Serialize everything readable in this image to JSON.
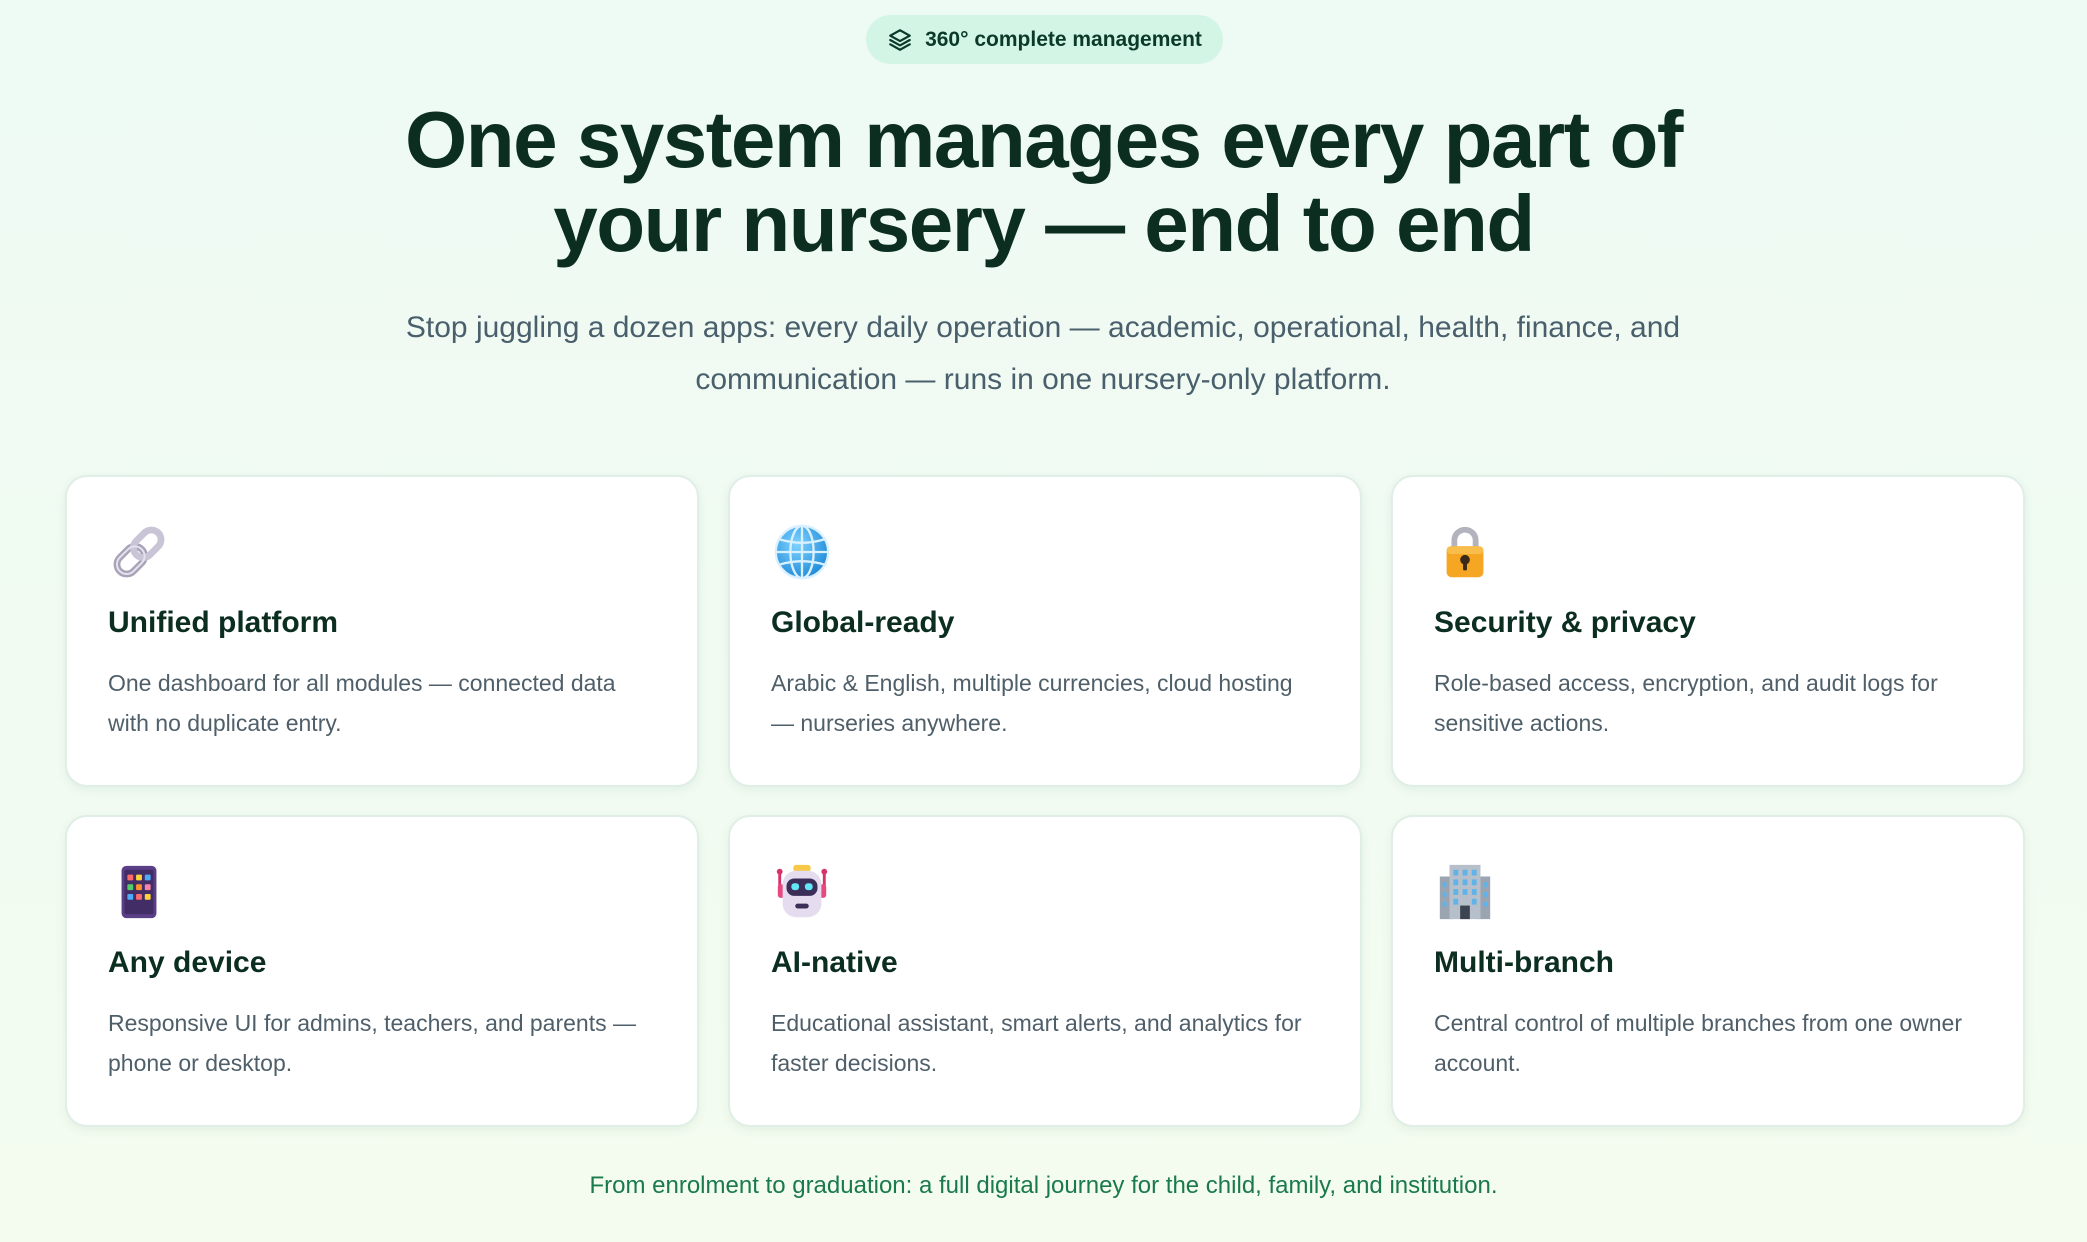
{
  "badge": {
    "icon": "layers-icon",
    "label": "360° complete management"
  },
  "hero": {
    "headline_line1": "One system manages every part of",
    "headline_line2": "your nursery — end to end",
    "subtitle_line1": "Stop juggling a dozen apps: every daily operation — academic, operational, health, finance, and",
    "subtitle_line2": "communication — runs in one nursery-only platform."
  },
  "features": [
    {
      "icon": "link-icon",
      "title": "Unified platform",
      "desc_line1": "One dashboard for all modules — connected data",
      "desc_line2": "with no duplicate entry."
    },
    {
      "icon": "globe-icon",
      "title": "Global-ready",
      "desc_line1": "Arabic & English, multiple currencies, cloud hosting",
      "desc_line2": "— nurseries anywhere."
    },
    {
      "icon": "lock-icon",
      "title": "Security & privacy",
      "desc_line1": "Role-based access, encryption, and audit logs for",
      "desc_line2": "sensitive actions."
    },
    {
      "icon": "device-apps-icon",
      "title": "Any device",
      "desc_line1": "Responsive UI for admins, teachers, and parents —",
      "desc_line2": "phone or desktop."
    },
    {
      "icon": "robot-icon",
      "title": "AI-native",
      "desc_line1": "Educational assistant, smart alerts, and analytics for",
      "desc_line2": "faster decisions."
    },
    {
      "icon": "office-building-icon",
      "title": "Multi-branch",
      "desc_line1": "Central control of multiple branches from one owner",
      "desc_line2": "account."
    }
  ],
  "footer": {
    "note": "From enrolment to graduation: a full digital journey for the child, family, and institution."
  },
  "colors": {
    "heading": "#0b2e21",
    "body_text": "#4f5f69",
    "accent_green": "#1a7a4c",
    "badge_bg": "#d3f5e5",
    "card_bg": "#ffffff"
  }
}
